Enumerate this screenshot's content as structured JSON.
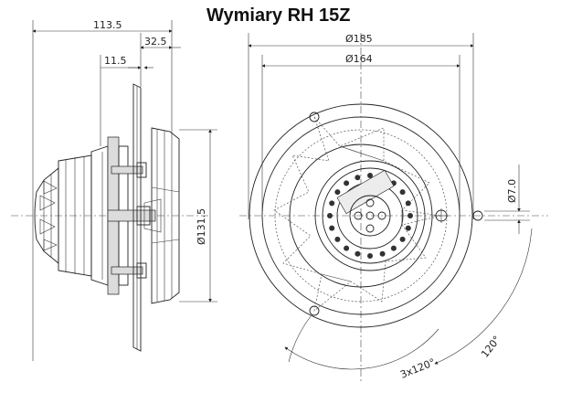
{
  "title": "Wymiary RH 15Z",
  "dimensions": {
    "total_length": "113.5",
    "flange_offset": "32.5",
    "plate_offset": "11.5",
    "impeller_diameter": "Ø131.5",
    "outer_diameter": "Ø185",
    "bolt_circle_diameter": "Ø164",
    "hole_diameter": "Ø7.0",
    "hole_spacing_arc": "3x120°",
    "angle": "120°"
  },
  "colors": {
    "line": "#222222",
    "fill": "#dcdcdc",
    "background": "#ffffff"
  }
}
